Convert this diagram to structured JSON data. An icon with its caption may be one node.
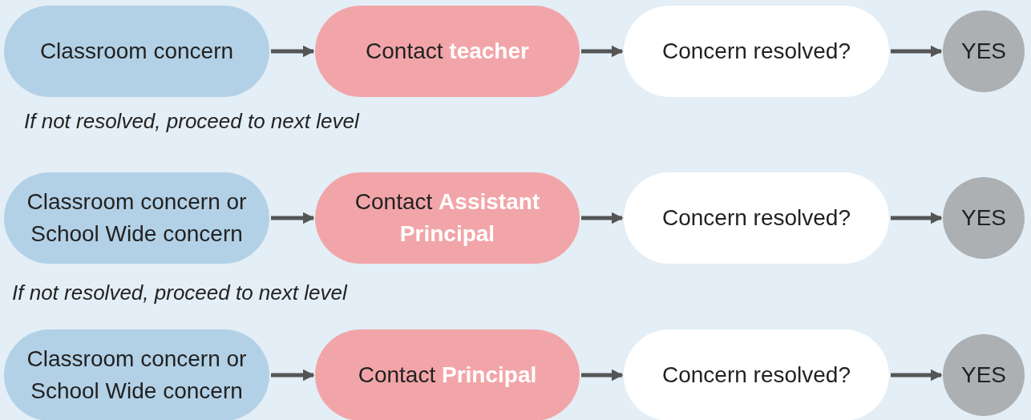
{
  "diagram": {
    "nodes": [
      {
        "text": [
          "Classroom concern"
        ]
      },
      {
        "text": [
          "Contact **teacher**"
        ]
      },
      {
        "text": [
          "Concern resolved?"
        ]
      },
      {
        "text": [
          "YES"
        ]
      },
      {
        "text": [
          "Classroom concern or School Wide concern"
        ]
      },
      {
        "text": [
          "Contact **Assistant Principal**"
        ]
      },
      {
        "text": [
          "Concern resolved?"
        ]
      },
      {
        "text": [
          "YES"
        ]
      },
      {
        "text": [
          "Classroom concern or School Wide concern"
        ]
      },
      {
        "text": [
          "Contact **Principal**"
        ]
      },
      {
        "text": [
          "Concern resolved?"
        ]
      },
      {
        "text": [
          "YES"
        ]
      }
    ],
    "edges": [
      {
        "from": 0,
        "to": 1,
        "arrow": "to"
      },
      {
        "from": 1,
        "to": 2,
        "arrow": "to"
      },
      {
        "from": 2,
        "to": 3,
        "arrow": "to"
      },
      {
        "from": 4,
        "to": 5,
        "arrow": "to"
      },
      {
        "from": 5,
        "to": 6,
        "arrow": "to"
      },
      {
        "from": 6,
        "to": 7,
        "arrow": "to"
      },
      {
        "from": 8,
        "to": 9,
        "arrow": "to"
      },
      {
        "from": 9,
        "to": 10,
        "arrow": "to"
      },
      {
        "from": 10,
        "to": 11,
        "arrow": "to"
      }
    ],
    "labels": [
      "If not resolved, proceed to next level",
      "If not resolved, proceed to next level"
    ]
  }
}
